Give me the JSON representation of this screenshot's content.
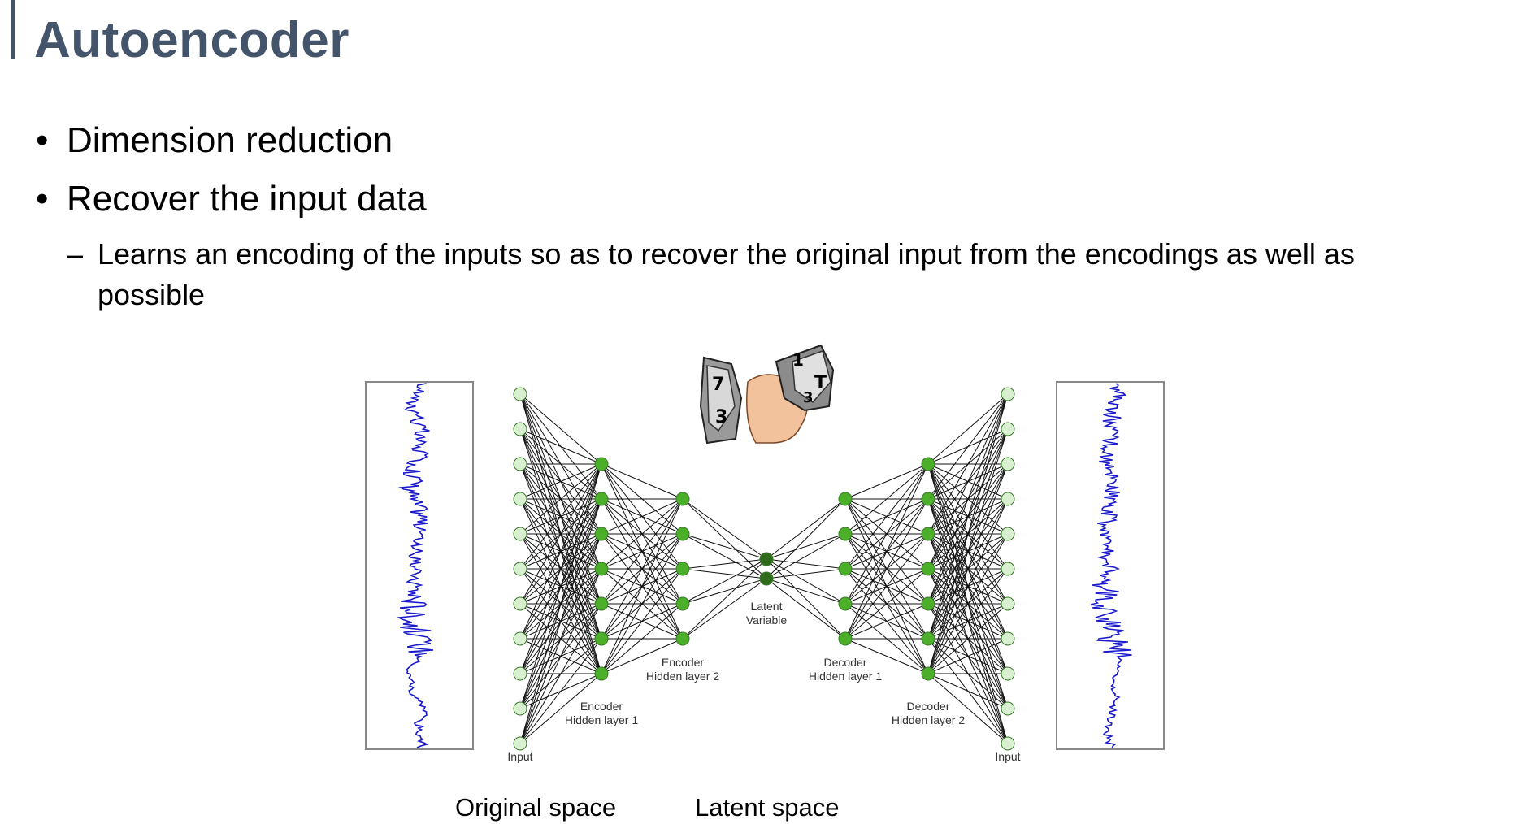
{
  "slide": {
    "title": "Autoencoder",
    "bullets": [
      "Dimension reduction",
      "Recover the input data"
    ],
    "sub_bullet": "Learns an encoding of the inputs so as to recover the original input from the encodings as well as possible",
    "bullet_glyph": "•",
    "sub_glyph": "–"
  },
  "diagram": {
    "labels": {
      "input_left": "Input",
      "input_right": "Input",
      "enc_h1": [
        "Encoder",
        "Hidden layer 1"
      ],
      "enc_h2": [
        "Encoder",
        "Hidden layer 2"
      ],
      "latent": [
        "Latent",
        "Variable"
      ],
      "dec_h1": [
        "Decoder",
        "Hidden layer 1"
      ],
      "dec_h2": [
        "Decoder",
        "Hidden layer 2"
      ]
    },
    "layer_sizes": [
      11,
      7,
      5,
      2,
      5,
      7,
      11
    ],
    "colors": {
      "input_node": "#d8f0d0",
      "hidden_node": "#4caf2a",
      "latent_node": "#2e6b1c",
      "edge": "#111111",
      "signal": "#1a1acc"
    }
  },
  "captions": {
    "original_space": "Original space",
    "latent_space": "Latent space"
  }
}
